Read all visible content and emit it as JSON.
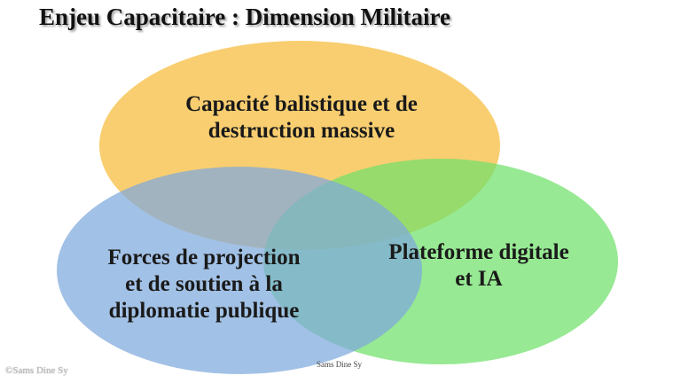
{
  "title": "Enjeu Capacitaire : Dimension Militaire",
  "circles": [
    {
      "id": "yellow",
      "lines": [
        "Capacité balistique et de",
        "destruction massive"
      ],
      "color": "#f8c961"
    },
    {
      "id": "blue",
      "lines": [
        "Forces de projection",
        "et de soutien à la",
        "diplomatie publique"
      ],
      "color": "#7ea9dc"
    },
    {
      "id": "green",
      "lines": [
        "Plateforme digitale",
        "et IA"
      ],
      "color": "#6fe06a"
    }
  ],
  "credit_center": "Sams Dine Sy",
  "credit_left": "©Sams Dine Sy"
}
